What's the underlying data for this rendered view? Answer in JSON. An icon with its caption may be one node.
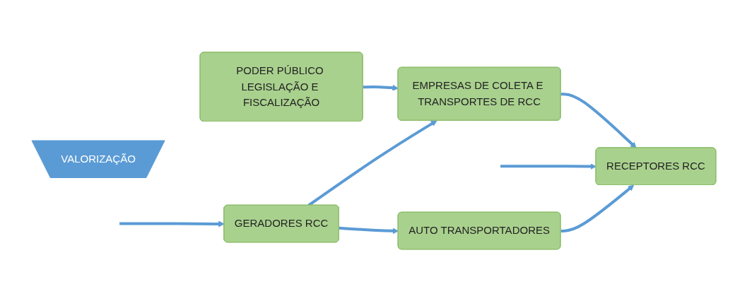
{
  "diagram": {
    "nodes": [
      {
        "text": [
          "PODER PÚBLICO LEGISLAÇÃO E FISCALIZAÇÃO"
        ]
      },
      {
        "text": [
          "GERADORES RCC"
        ]
      },
      {
        "text": [
          "EMPRESAS DE COLETA E TRANSPORTES DE RCC"
        ]
      },
      {
        "text": [
          "RECEPTORES RCC"
        ]
      },
      {
        "text": [
          "VALORIZAÇÃO"
        ]
      },
      {
        "text": [
          "AUTO TRANSPORTADORES"
        ]
      }
    ],
    "edges": [
      {
        "from": null,
        "to": 1,
        "arrow": "to"
      },
      {
        "from": 0,
        "to": 2,
        "arrow": "to"
      },
      {
        "from": 1,
        "to": 2,
        "arrow": "to"
      },
      {
        "from": 2,
        "to": 3,
        "arrow": "to"
      },
      {
        "from": null,
        "to": 3,
        "arrow": "to"
      },
      {
        "from": 1,
        "to": 5,
        "arrow": "to"
      },
      {
        "from": 5,
        "to": 3,
        "arrow": "to"
      }
    ]
  }
}
